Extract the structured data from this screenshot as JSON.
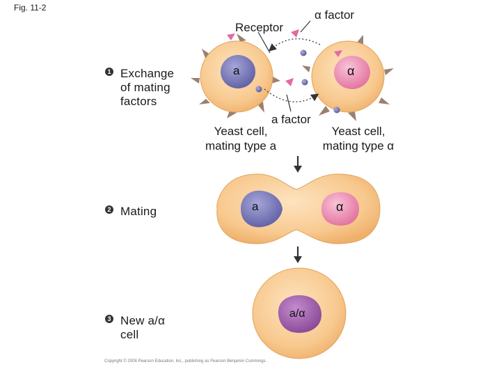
{
  "figure_label": "Fig. 11-2",
  "steps": [
    {
      "number": "1",
      "text_lines": [
        "Exchange",
        "of mating",
        "factors"
      ]
    },
    {
      "number": "2",
      "text_lines": [
        "Mating"
      ]
    },
    {
      "number": "3",
      "text_lines": [
        "New a/α",
        "cell"
      ]
    }
  ],
  "labels": {
    "receptor": "Receptor",
    "alpha_factor": "α factor",
    "a_factor": "a factor",
    "cell_a": [
      "Yeast cell,",
      "mating type a"
    ],
    "cell_alpha": [
      "Yeast cell,",
      "mating type α"
    ]
  },
  "nucleus_labels": {
    "a": "a",
    "alpha": "α",
    "fused_a": "a",
    "fused_alpha": "α",
    "diploid": "a/α"
  },
  "copyright": "Copyright © 2008 Pearson Education, Inc., publishing as Pearson Benjamin Cummings.",
  "colors": {
    "cytoplasm": "#f8c98f",
    "cell_edge": "#e8a85e",
    "nucleus_a": "#7070b4",
    "nucleus_alpha": "#ee88b0",
    "nucleus_diploid": "#9a58a8",
    "receptor": "#9a8070",
    "alpha_factor_particle": "#e36aa0",
    "a_factor_particle": "#6a6aa8",
    "arrow": "#333333"
  }
}
